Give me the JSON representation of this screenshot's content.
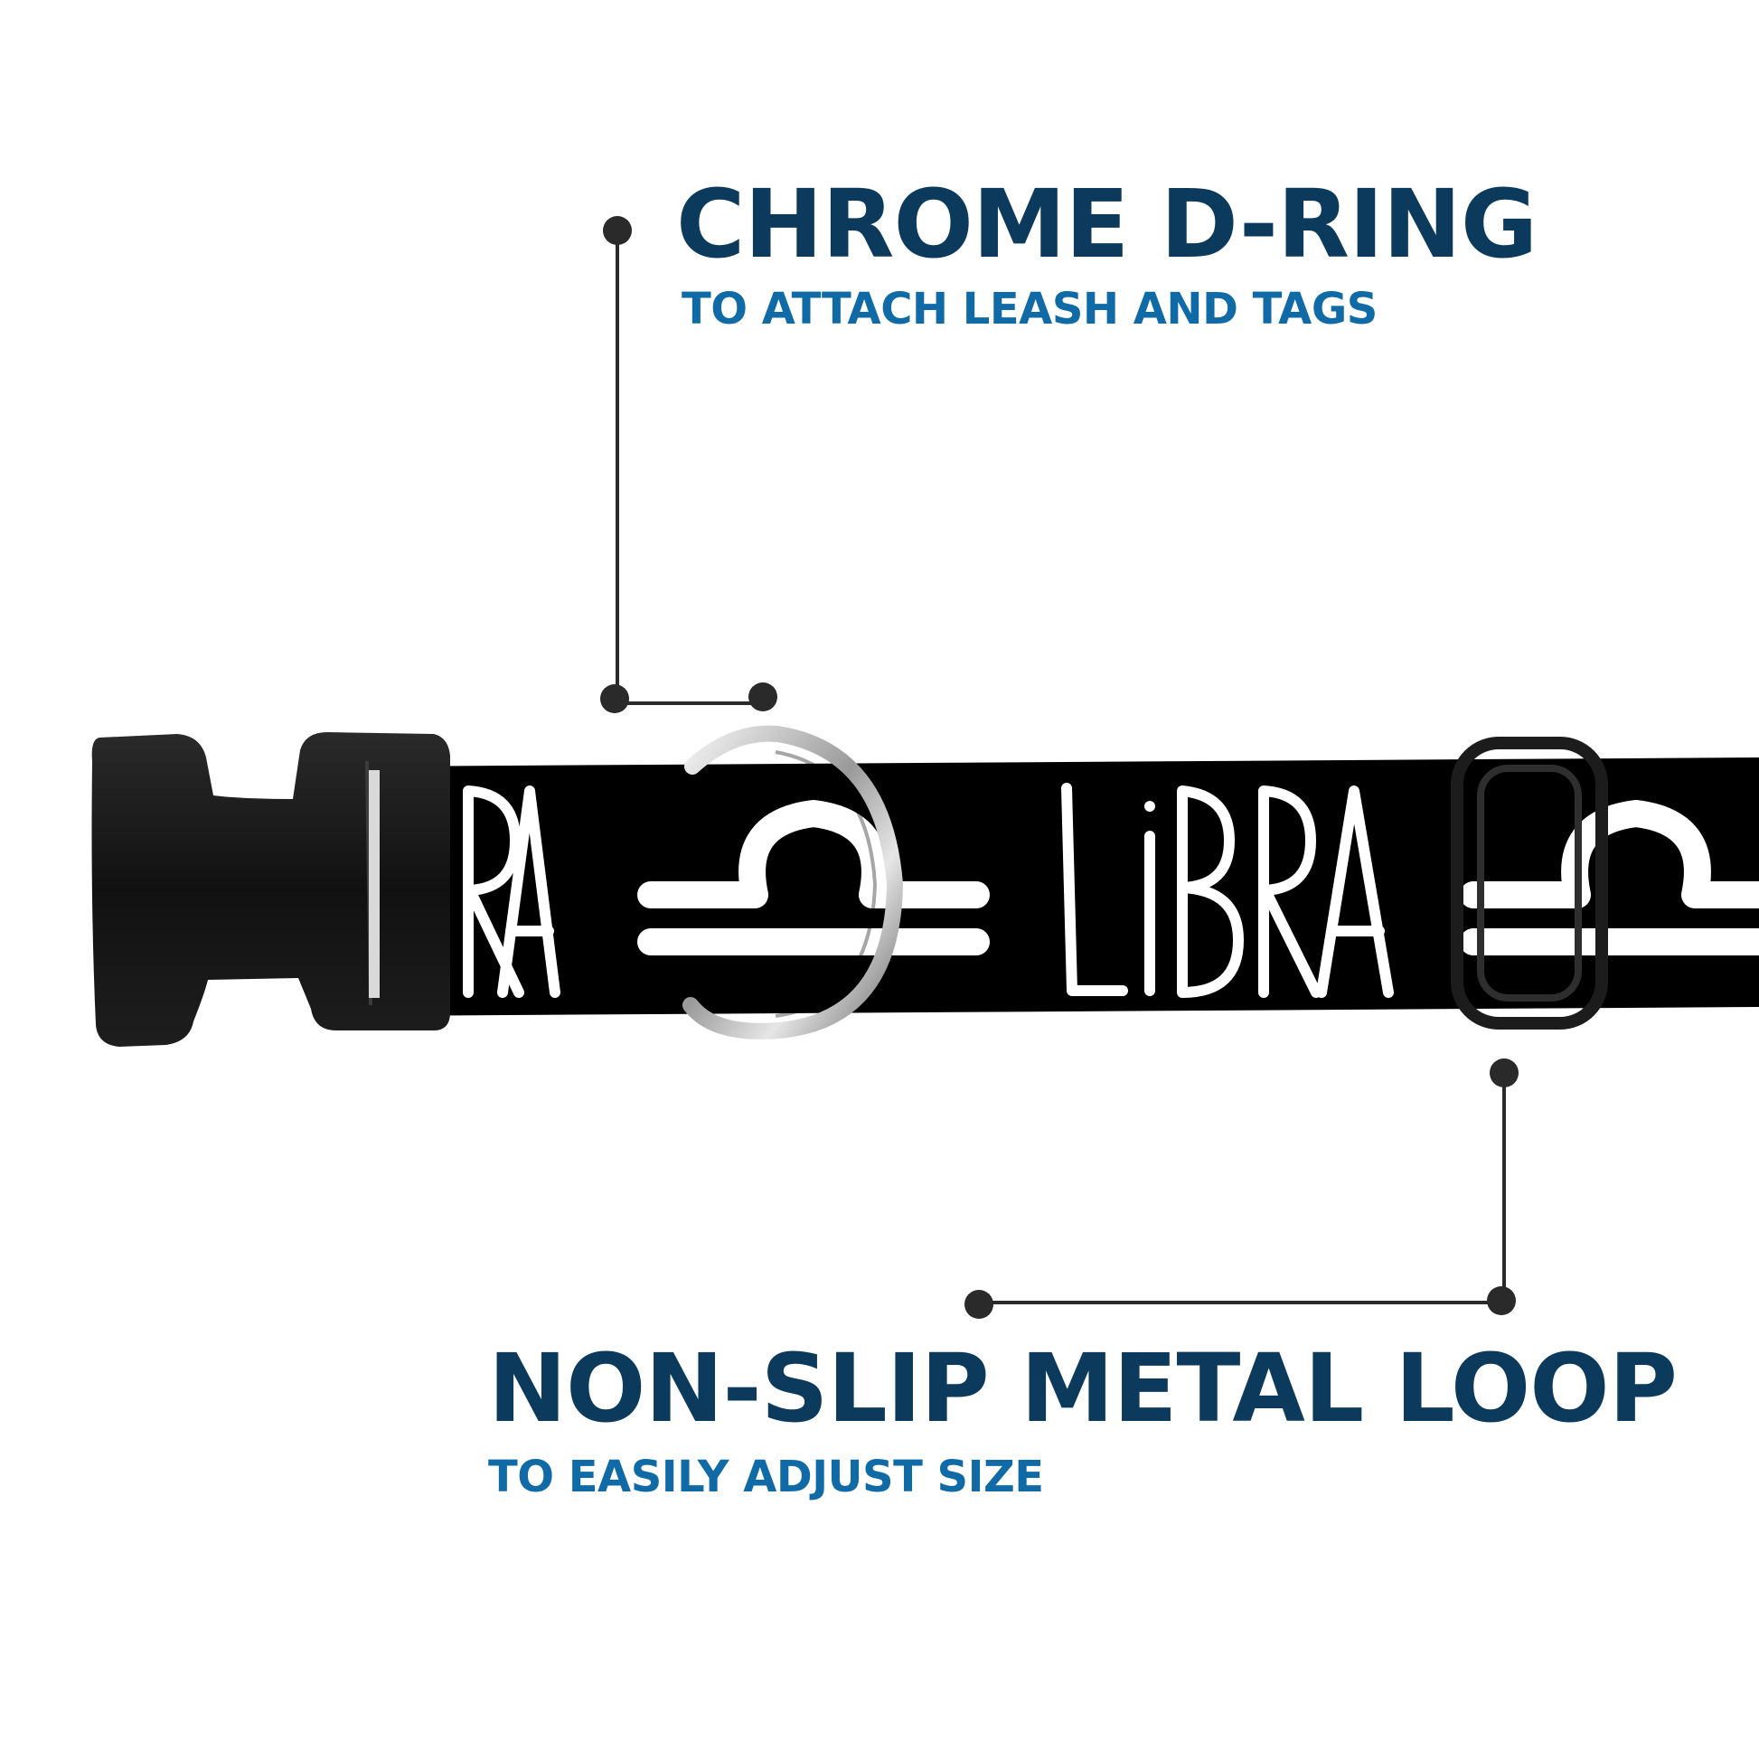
{
  "brand": {
    "title_color": "#0b3a5c",
    "subtitle_color": "#0f6aa6",
    "leader_color": "#2a2a2a"
  },
  "callouts": {
    "d_ring": {
      "title": "CHROME D-RING",
      "subtitle": "TO ATTACH LEASH AND TAGS"
    },
    "metal_loop": {
      "title": "NON-SLIP METAL LOOP",
      "subtitle": "TO EASILY ADJUST SIZE"
    }
  },
  "collar": {
    "webbing_color": "#000000",
    "print_color": "#ffffff",
    "print_text": "LIBRA",
    "print_text_partial": "BRA",
    "icons": [
      "libra-symbol-icon",
      "buckle-icon",
      "d-ring-icon",
      "slide-loop-icon"
    ]
  }
}
